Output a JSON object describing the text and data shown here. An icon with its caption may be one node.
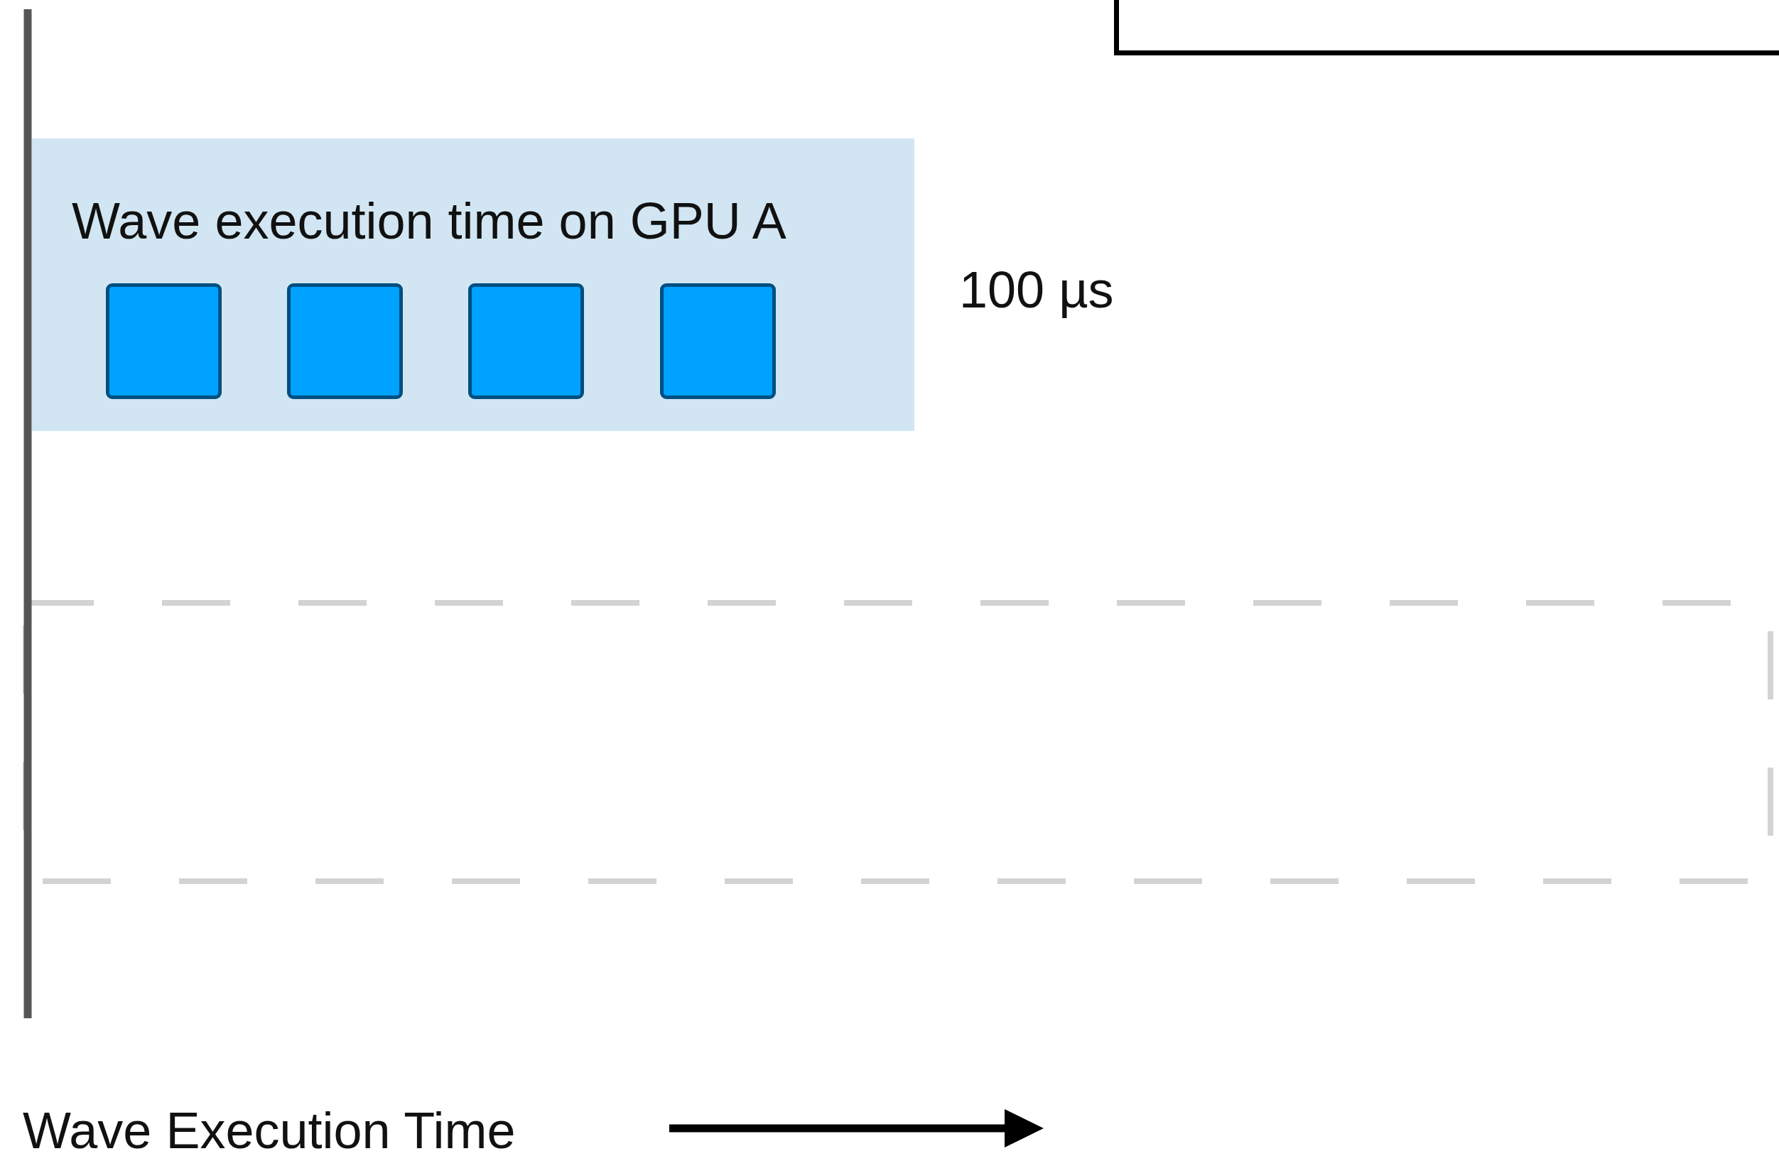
{
  "diagram": {
    "nodes": [
      {
        "text": [],
        "shape": "box"
      },
      {
        "text": [
          "Wave execution time on GPU A"
        ]
      },
      {
        "text": [],
        "shape": "box",
        "in": 1
      },
      {
        "text": [],
        "shape": "box",
        "in": 1
      },
      {
        "text": [],
        "shape": "box",
        "in": 1
      },
      {
        "text": [],
        "shape": "box",
        "in": 1
      },
      {
        "text": [],
        "shape": "box"
      }
    ],
    "labels": [
      "100 µs",
      "Wave Execution Time"
    ]
  }
}
